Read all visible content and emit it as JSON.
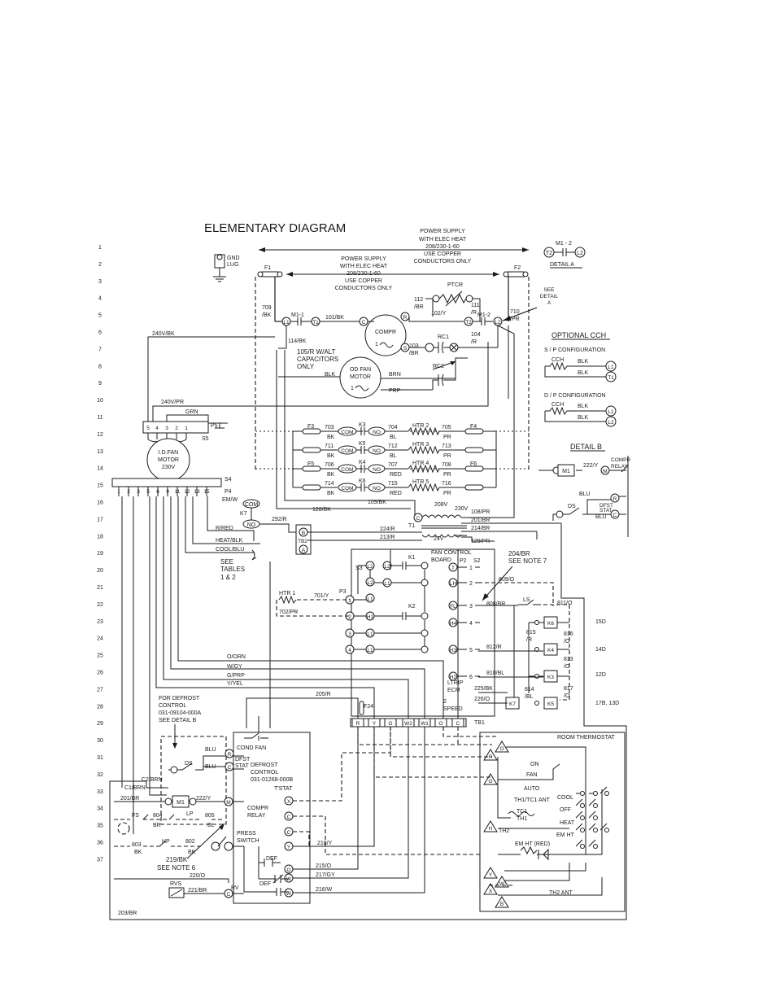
{
  "title": "ELEMENTARY DIAGRAM",
  "row_numbers": [
    "1",
    "2",
    "3",
    "4",
    "5",
    "6",
    "7",
    "8",
    "9",
    "10",
    "11",
    "12",
    "13",
    "14",
    "15",
    "16",
    "17",
    "18",
    "19",
    "20",
    "21",
    "22",
    "23",
    "24",
    "25",
    "26",
    "27",
    "28",
    "29",
    "30",
    "31",
    "32",
    "33",
    "34",
    "35",
    "36",
    "37"
  ],
  "power_supply_top": [
    "POWER SUPPLY",
    "WITH ELEC HEAT",
    "208/230-1-60",
    "USE COPPER",
    "CONDUCTORS ONLY"
  ],
  "power_supply_inner": [
    "POWER SUPPLY",
    "WITH ELEC HEAT",
    "208/230-1-60",
    "USE COPPER",
    "CONDUCTORS ONLY"
  ],
  "ground": [
    "GND",
    "LUG"
  ],
  "fuses": {
    "f1": "F1",
    "f2": "F2",
    "f3": "F3",
    "f4": "F4",
    "f5": "F5",
    "f6": "F6",
    "f24": "F24"
  },
  "detail_a": {
    "label": "DETAIL A",
    "relay": "M1 - 2",
    "t2": "T2",
    "l2": "L2",
    "see": [
      "SEE",
      "DETAIL",
      "A"
    ]
  },
  "optional_cch": {
    "title": "OPTIONAL CCH",
    "sp": "S / P  CONFIGURATION",
    "dp": "D / P  CONFIGURATION",
    "cch": "CCH",
    "blk": "BLK",
    "l1": "L1",
    "t1": "T1",
    "l2": "L2"
  },
  "detail_b": {
    "title": "DETAIL B",
    "compr_relay": [
      "COMPR",
      "RELAY"
    ],
    "m1": "M1",
    "m": "M",
    "wire": "222/Y",
    "blu": "BLU",
    "ds": "DS",
    "dfst": [
      "DFST",
      "STAT"
    ],
    "r": "R",
    "c": "C"
  },
  "wires": {
    "w709": [
      "709",
      "/BK"
    ],
    "w710": [
      "710",
      "/PR"
    ],
    "w112": [
      "112",
      "/BR"
    ],
    "w111": [
      "111",
      "/R"
    ],
    "w101": "101/BK",
    "w102": "102/Y",
    "w104": [
      "104",
      "/R"
    ],
    "w103": [
      "103",
      "/BR"
    ],
    "w114": "114/BK",
    "w105": [
      "105/R W/ALT",
      "CAPACITORS",
      "ONLY"
    ],
    "w240bk": "240V/BK",
    "w240pr": "240V/PR",
    "grn": "GRN",
    "blk": "BLK",
    "brn": "BRN",
    "prp": "PRP",
    "w128": "128/BK",
    "w109": "109/BK",
    "w208": "208V",
    "w230": "230V",
    "w24": "24V",
    "w108": "108/PR",
    "w201": "201/BR",
    "w214": "214/BR",
    "w129": "129/PR",
    "w224": "224/R",
    "w213": "213/R",
    "w292": "292/R",
    "rred": "R/RED",
    "heatblk": "HEAT/BLK",
    "coolblu": "COOL/BLU",
    "emw": "EM/W",
    "oorn": "O/ORN",
    "wgy": "W/GY",
    "gprp": "G/PRP",
    "yyel": "Y/YEL",
    "w205": "205/R",
    "w701": "701/Y",
    "w702": "702/PR",
    "w809": "809/O",
    "w808": "808/BR",
    "w811": "811/O",
    "w812": "812/R",
    "w810": "810/BL",
    "w815": [
      "815",
      "/R"
    ],
    "w816": [
      "816",
      "/O"
    ],
    "w813": [
      "813",
      "/O"
    ],
    "w814": [
      "814",
      "/BL"
    ],
    "w817": [
      "817",
      "/O"
    ],
    "w225": "225/BK",
    "w226": "226/O",
    "w204": [
      "204/BR",
      "SEE NOTE 7"
    ],
    "w218": "218/Y",
    "w215": "215/O",
    "w217": "217/GY",
    "w216": "216/W",
    "w222": "222/Y",
    "w201br": "201/BR",
    "c1brn": "C1/BRN",
    "c2brn": "C2/BRN",
    "w803": "803",
    "w804": "804",
    "w802": "802",
    "w805": "805",
    "bk": "BK",
    "bl": "BL",
    "br": "BR",
    "w219": [
      "219/BK",
      "SEE NOTE 6"
    ],
    "w220": "220/O",
    "w221": "221/BR",
    "w203": "203/BR"
  },
  "components": {
    "m11": "M1-1",
    "m12": "M1-2",
    "l1": "L1",
    "t1": "T1",
    "t2": "T2",
    "l2": "L2",
    "compr": "COMPR",
    "c": "C",
    "r": "R",
    "s": "S",
    "rc1": "RC1",
    "rc2": "RC2",
    "ptcr": "PTCR",
    "odfan": [
      "OD FAN",
      "MOTOR"
    ],
    "one": "1",
    "idfan": [
      "I.D.FAN",
      "MOTOR",
      "230V"
    ],
    "p5": "P5",
    "s5": "S5",
    "s4": "S4",
    "p4": "P4",
    "idfan_pins": [
      "5",
      "4",
      "3",
      "2",
      "1"
    ],
    "p4_pins": [
      "1",
      "2",
      "3",
      "5",
      "6",
      "9",
      "11",
      "12",
      "13",
      "15"
    ],
    "k3": "K3",
    "k5": "K5",
    "k4": "K4",
    "k6": "K6",
    "k7": "K7",
    "k1": "K1",
    "k2": "K2",
    "com": "COM",
    "no": "NO",
    "htr2": "HTR 2",
    "htr3": "HTR 3",
    "htr4": "HTR 4",
    "htr5": "HTR 5",
    "htr1": "HTR 1",
    "h703": [
      "703",
      "BK"
    ],
    "h704": [
      "704",
      "BL"
    ],
    "h705": [
      "705",
      "PR"
    ],
    "h711": [
      "711",
      "BK"
    ],
    "h712": [
      "712",
      "BL"
    ],
    "h713": [
      "713",
      "PR"
    ],
    "h706": [
      "706",
      "BK"
    ],
    "h707": [
      "707",
      "RED"
    ],
    "h708": [
      "708",
      "PR"
    ],
    "h714": [
      "714",
      "BK"
    ],
    "h715": [
      "715",
      "RED"
    ],
    "h716": [
      "716",
      "PR"
    ],
    "tb2": "TB2",
    "b": "B",
    "a": "A",
    "see_tables": [
      "SEE",
      "TABLES",
      "1 & 2"
    ],
    "fan_board": [
      "FAN CONTROL",
      "BOARD"
    ],
    "p2": "P2",
    "s2": "S2",
    "p3": "P3",
    "s3": "S3",
    "s3_pins": [
      "L2",
      "L2",
      "L1"
    ],
    "k_pins": [
      "L2",
      "L1"
    ],
    "p3_pins": [
      "1",
      "2",
      "3",
      "4"
    ],
    "p3_lbl": [
      "",
      "H1",
      "L1",
      "L1"
    ],
    "p2_pins": [
      "1",
      "2",
      "3",
      "4",
      "5",
      "6"
    ],
    "p2_lbl": [
      "T",
      "LH",
      "FL",
      "H4",
      "H3",
      "H2"
    ],
    "ls": "LS",
    "ltrip": [
      "LTRIP",
      "ECM"
    ],
    "speed": [
      "2",
      "SPEED"
    ],
    "codes": [
      "15D",
      "14D",
      "12D",
      "17B, 13D"
    ],
    "tb1": "TB1",
    "tb1_pins": [
      "R",
      "Y",
      "G",
      "W2",
      "W1",
      "O",
      "C"
    ],
    "for_defrost": [
      "FOR DEFROST",
      "CONTROL",
      "031-09104-000A",
      "SEE DETAIL B"
    ],
    "cond_fan": "COND FAN",
    "dfst_stat": [
      "DFST",
      "STAT"
    ],
    "defrost_control": [
      "DEFROST",
      "CONTROL",
      "031-01268-000B"
    ],
    "tstat": "T'STAT",
    "compr_relay": [
      "COMPR",
      "RELAY"
    ],
    "press_switch": [
      "PRESS",
      "SWITCH"
    ],
    "def": "DEF",
    "rv": "RV",
    "rvs": "RVS",
    "fs": "FS",
    "lp": "LP",
    "hp": "HP",
    "m1": "M1",
    "dc_pins": [
      "X",
      "C",
      "Y",
      "O",
      "W"
    ]
  },
  "thermostat": {
    "title": "ROOM THERMOSTAT",
    "on": "ON",
    "fan": "FAN",
    "auto": "AUTO",
    "cool": "COOL",
    "off": "OFF",
    "heat": "HEAT",
    "em_ht": "EM HT",
    "th1": "TH1/TC1 ANT",
    "tc1": [
      "TC1",
      "TH1"
    ],
    "th2": "TH2",
    "emht_red": "EM HT (RED)",
    "th2ant": "TH2 ANT",
    "pins": [
      "O",
      "R",
      "G",
      "H",
      "Y",
      "W",
      "X",
      "B"
    ]
  }
}
